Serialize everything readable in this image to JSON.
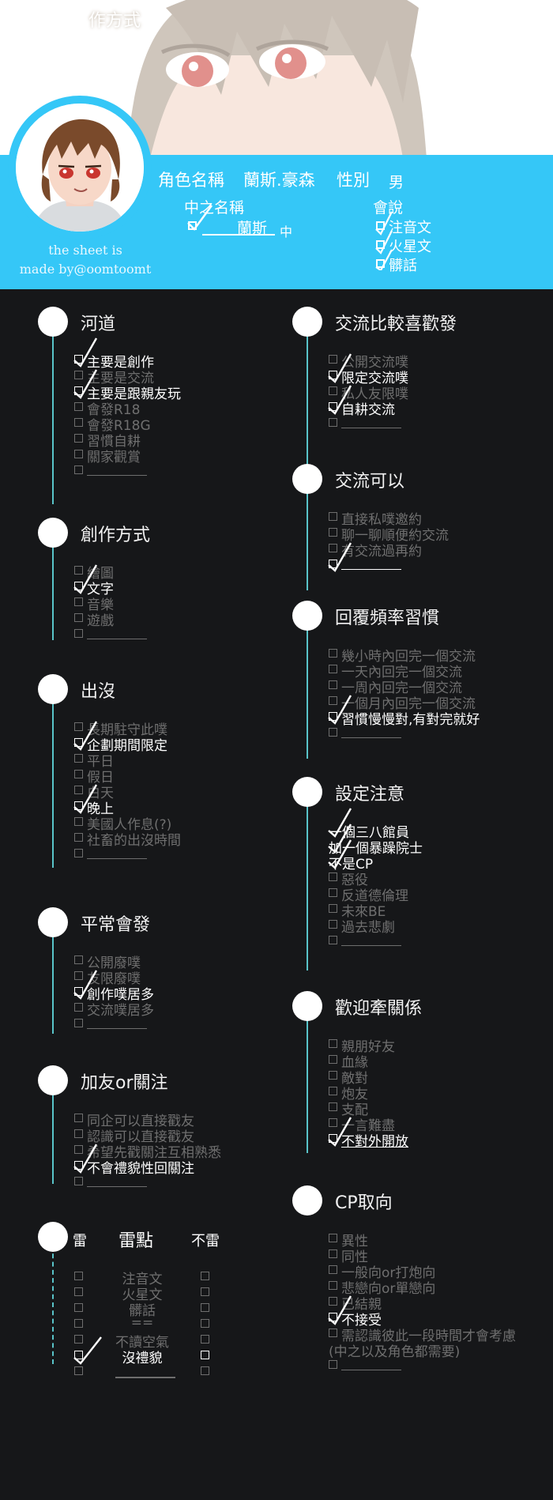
{
  "header": {
    "title_fragment": "作方式",
    "credit_line1": "the sheet is",
    "credit_line2": "made by@oomtoomt",
    "name_label": "角色名稱",
    "name_value": "蘭斯.豪森",
    "gender_label": "性別",
    "gender_value": "男",
    "nickname_label": "中之名稱",
    "nickname_value": "蘭斯",
    "nickname_suffix": "中",
    "speak_label": "會說",
    "speak_items": [
      "注音文",
      "火星文",
      "髒話"
    ]
  },
  "colors": {
    "accent": "#35c7f7",
    "bg": "#161719",
    "line": "#59c4c9",
    "muted": "#6f6f6f"
  },
  "left_sections": [
    {
      "title": "河道",
      "items": [
        {
          "text": "主要是創作",
          "checked": true
        },
        {
          "text": "主要是交流",
          "checked": false
        },
        {
          "text": "主要是跟親友玩",
          "checked": true
        },
        {
          "text": "會發R18",
          "checked": false
        },
        {
          "text": "會發R18G",
          "checked": false
        },
        {
          "text": "習慣自耕",
          "checked": false
        },
        {
          "text": "關家觀賞",
          "checked": false
        },
        {
          "text": "",
          "checked": false
        }
      ]
    },
    {
      "title": "創作方式",
      "items": [
        {
          "text": "繪圖",
          "checked": false
        },
        {
          "text": "文字",
          "checked": true
        },
        {
          "text": "音樂",
          "checked": false
        },
        {
          "text": "遊戲",
          "checked": false
        },
        {
          "text": "",
          "checked": false
        }
      ]
    },
    {
      "title": "出沒",
      "items": [
        {
          "text": "長期駐守此噗",
          "checked": false
        },
        {
          "text": "企劃期間限定",
          "checked": true
        },
        {
          "text": "平日",
          "checked": false
        },
        {
          "text": "假日",
          "checked": false
        },
        {
          "text": "白天",
          "checked": false
        },
        {
          "text": "晚上",
          "checked": true
        },
        {
          "text": "美國人作息(?)",
          "checked": false
        },
        {
          "text": "社畜的出沒時間",
          "checked": false
        },
        {
          "text": "",
          "checked": false
        }
      ]
    },
    {
      "title": "平常會發",
      "items": [
        {
          "text": "公開廢噗",
          "checked": false
        },
        {
          "text": "友限廢噗",
          "checked": false
        },
        {
          "text": "創作噗居多",
          "checked": true
        },
        {
          "text": "交流噗居多",
          "checked": false
        },
        {
          "text": "",
          "checked": false
        }
      ]
    },
    {
      "title": "加友or關注",
      "items": [
        {
          "text": "同企可以直接戳友",
          "checked": false
        },
        {
          "text": "認識可以直接戳友",
          "checked": false
        },
        {
          "text": "希望先戳關注互相熟悉",
          "checked": false
        },
        {
          "text": "不會禮貌性回關注",
          "checked": true
        },
        {
          "text": "",
          "checked": false
        }
      ]
    }
  ],
  "mine_section": {
    "label_left": "雷",
    "title": "雷點",
    "label_right": "不雷",
    "rows": [
      {
        "text": "注音文",
        "left": false,
        "right": false
      },
      {
        "text": "火星文",
        "left": false,
        "right": false
      },
      {
        "text": "髒話",
        "left": false,
        "right": false
      },
      {
        "text": "==",
        "left": false,
        "right": false
      },
      {
        "text": "不讀空氣",
        "left": false,
        "right": false
      },
      {
        "text": "沒禮貌",
        "left": true,
        "right": false
      },
      {
        "text": "",
        "left": false,
        "right": false
      }
    ]
  },
  "right_sections": [
    {
      "title": "交流比較喜歡發",
      "items": [
        {
          "text": "公開交流噗",
          "checked": false
        },
        {
          "text": "限定交流噗",
          "checked": true
        },
        {
          "text": "私人友限噗",
          "checked": false
        },
        {
          "text": "自耕交流",
          "checked": true
        },
        {
          "text": "",
          "checked": false
        }
      ]
    },
    {
      "title": "交流可以",
      "items": [
        {
          "text": "直接私噗邀約",
          "checked": false
        },
        {
          "text": "聊一聊順便約交流",
          "checked": false
        },
        {
          "text": "有交流過再約",
          "checked": false
        },
        {
          "text": "",
          "checked": true
        }
      ]
    },
    {
      "title": "回覆頻率習慣",
      "items": [
        {
          "text": "幾小時內回完一個交流",
          "checked": false
        },
        {
          "text": "一天內回完一個交流",
          "checked": false
        },
        {
          "text": "一周內回完一個交流",
          "checked": false
        },
        {
          "text": "一個月內回完一個交流",
          "checked": false
        },
        {
          "text": "習慣慢慢對,有對完就好",
          "checked": true
        },
        {
          "text": "",
          "checked": false
        }
      ]
    },
    {
      "title": "設定注意",
      "items": [
        {
          "text": "一個三八館員",
          "checked": true,
          "nobox": true
        },
        {
          "text": "加一個暴躁院士",
          "checked": true,
          "nobox": true
        },
        {
          "text": "不是CP",
          "checked": true,
          "nobox": true
        },
        {
          "text": "惡役",
          "checked": false
        },
        {
          "text": "反道德倫理",
          "checked": false
        },
        {
          "text": "未來BE",
          "checked": false
        },
        {
          "text": "過去悲劇",
          "checked": false
        },
        {
          "text": "",
          "checked": false
        }
      ]
    },
    {
      "title": "歡迎牽關係",
      "items": [
        {
          "text": "親朋好友",
          "checked": false
        },
        {
          "text": "血緣",
          "checked": false
        },
        {
          "text": "敵對",
          "checked": false
        },
        {
          "text": "炮友",
          "checked": false
        },
        {
          "text": "支配",
          "checked": false
        },
        {
          "text": "一言難盡",
          "checked": false
        },
        {
          "text": "不對外開放",
          "checked": true,
          "underline": true
        }
      ]
    },
    {
      "title": "CP取向",
      "items": [
        {
          "text": "異性",
          "checked": false
        },
        {
          "text": "同性",
          "checked": false
        },
        {
          "text": "一般向or打炮向",
          "checked": false
        },
        {
          "text": "悲戀向or單戀向",
          "checked": false
        },
        {
          "text": "已結親",
          "checked": false
        },
        {
          "text": "不接受",
          "checked": true
        },
        {
          "text": "需認識彼此一段時間才會考慮",
          "checked": false
        },
        {
          "text": "(中之以及角色都需要)",
          "checked": false,
          "nobox": true
        },
        {
          "text": "",
          "checked": false
        }
      ]
    }
  ]
}
